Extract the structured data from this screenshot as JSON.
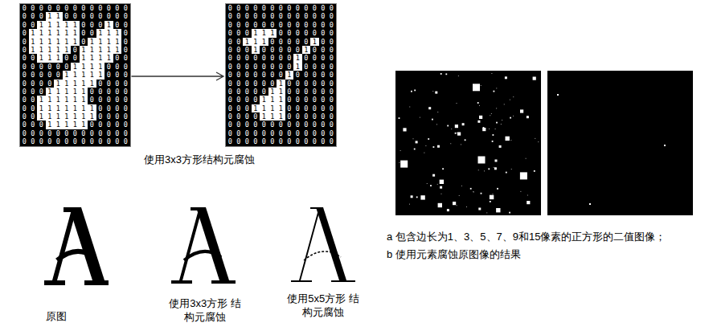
{
  "diagram": {
    "nodes": [
      {
        "text": [
          "0000000000000",
          "0001100000000",
          "0011111000100",
          "0111111001110",
          "0111111011110",
          "0111110111110",
          "0011100111100",
          "0000001111000",
          "0000011111000",
          "0000111110000",
          "0001111100000",
          "0011111100000",
          "0011111110000",
          "0011111110000",
          "0001111100000",
          "0000000000000",
          "0000000000000"
        ]
      },
      {
        "text": [
          "0000000000000",
          "0000000000000",
          "0000000000000",
          "0001110000000",
          "0011100000100",
          "0001000001000",
          "0000000010000",
          "0000000010000",
          "0000000100000",
          "0000001000000",
          "0000011000000",
          "0000111000000",
          "0001111000000",
          "0000111000000",
          "0000000000000",
          "0000000000000",
          "0000000000000"
        ]
      }
    ],
    "edges": [
      {
        "from": 0,
        "to": 1,
        "arrow": "to"
      }
    ],
    "labels": [
      "使用3x3方形结构元腐蚀",
      "a 包含边长为1、3、5、7、9和15像素的正方形的二值图像；",
      "b 使用元素腐蚀原图像的结果",
      "原图",
      "使用3x3方形 结构元腐蚀",
      "使用5x5方形 结构元腐蚀"
    ]
  }
}
